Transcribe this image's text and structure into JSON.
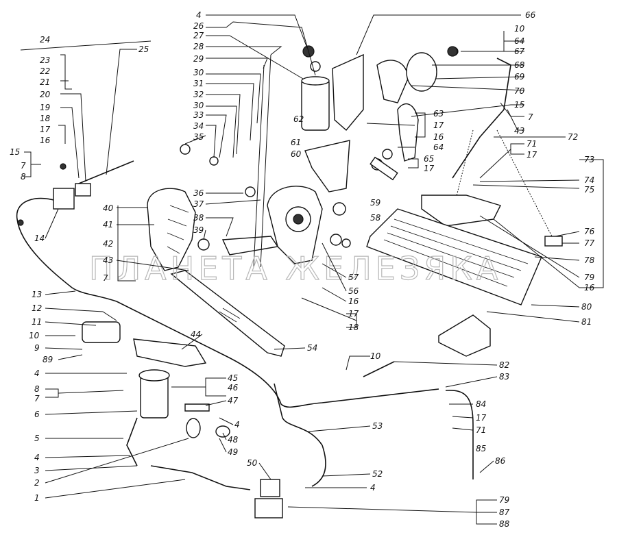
{
  "watermark": "ПЛАНЕТА ЖЕЛЕЗЯКА",
  "callouts": {
    "n1": "1",
    "n2": "2",
    "n3": "3",
    "n4": "4",
    "n5": "5",
    "n6": "6",
    "n7": "7",
    "n8": "8",
    "n9": "9",
    "n10": "10",
    "n11": "11",
    "n12": "12",
    "n13": "13",
    "n14": "14",
    "n15": "15",
    "n16": "16",
    "n17": "17",
    "n18": "18",
    "n19": "19",
    "n20": "20",
    "n21": "21",
    "n22": "22",
    "n23": "23",
    "n24": "24",
    "n25": "25",
    "n26": "26",
    "n27": "27",
    "n28": "28",
    "n29": "29",
    "n30": "30",
    "n31": "31",
    "n32": "32",
    "n33": "33",
    "n34": "34",
    "n35": "35",
    "n36": "36",
    "n37": "37",
    "n38": "38",
    "n39": "39",
    "n40": "40",
    "n41": "41",
    "n42": "42",
    "n43": "43",
    "n44": "44",
    "n45": "45",
    "n46": "46",
    "n47": "47",
    "n48": "48",
    "n49": "49",
    "n50": "50",
    "n52": "52",
    "n53": "53",
    "n54": "54",
    "n56": "56",
    "n57": "57",
    "n58": "58",
    "n59": "59",
    "n60": "60",
    "n61": "61",
    "n62": "62",
    "n63": "63",
    "n64": "64",
    "n65": "65",
    "n66": "66",
    "n67": "67",
    "n68": "68",
    "n69": "69",
    "n70": "70",
    "n71": "71",
    "n72": "72",
    "n73": "73",
    "n74": "74",
    "n75": "75",
    "n76": "76",
    "n77": "77",
    "n78": "78",
    "n79": "79",
    "n80": "80",
    "n81": "81",
    "n82": "82",
    "n83": "83",
    "n84": "84",
    "n85": "85",
    "n86": "86",
    "n87": "87",
    "n88": "88",
    "n89": "89"
  }
}
